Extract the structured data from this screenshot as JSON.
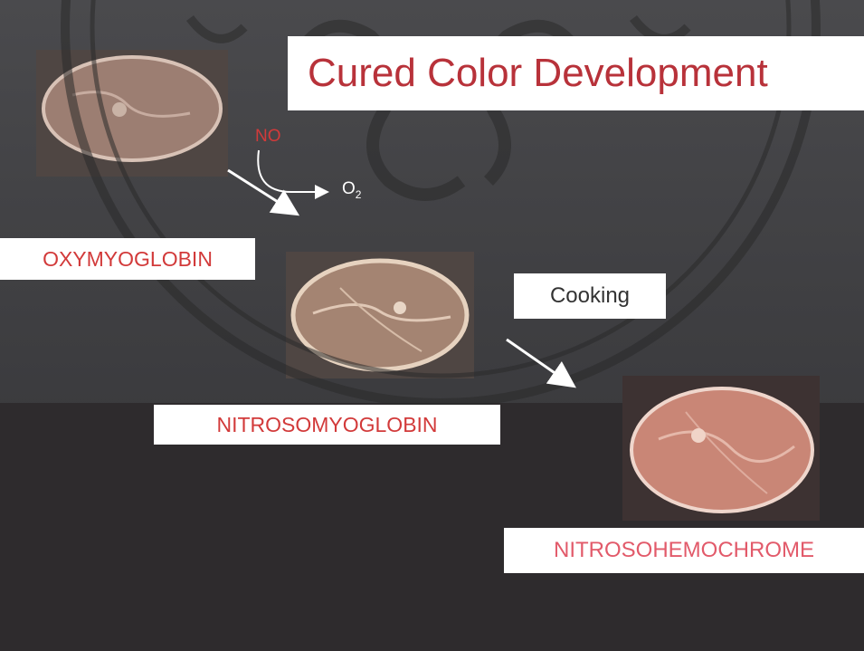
{
  "title": "Cured Color Development",
  "labels": {
    "oxymyoglobin": "OXYMYOGLOBIN",
    "nitrosomyoglobin": "NITROSOMYOGLOBIN",
    "nitrosohemochrome": "NITROSOHEMOCHROME",
    "cooking": "Cooking"
  },
  "chemicals": {
    "no": "NO",
    "o2": "O",
    "o2_subscript": "2"
  },
  "colors": {
    "title_red": "#b8323a",
    "label_red": "#d23a3a",
    "background": "#3a3a3d",
    "oxy_meat": "#9c7e72",
    "nitroso_meat": "#a48472",
    "cooked_meat": "#c98676"
  },
  "images": [
    "raw-meat-slice",
    "cured-meat-slice",
    "cooked-meat-slice"
  ]
}
